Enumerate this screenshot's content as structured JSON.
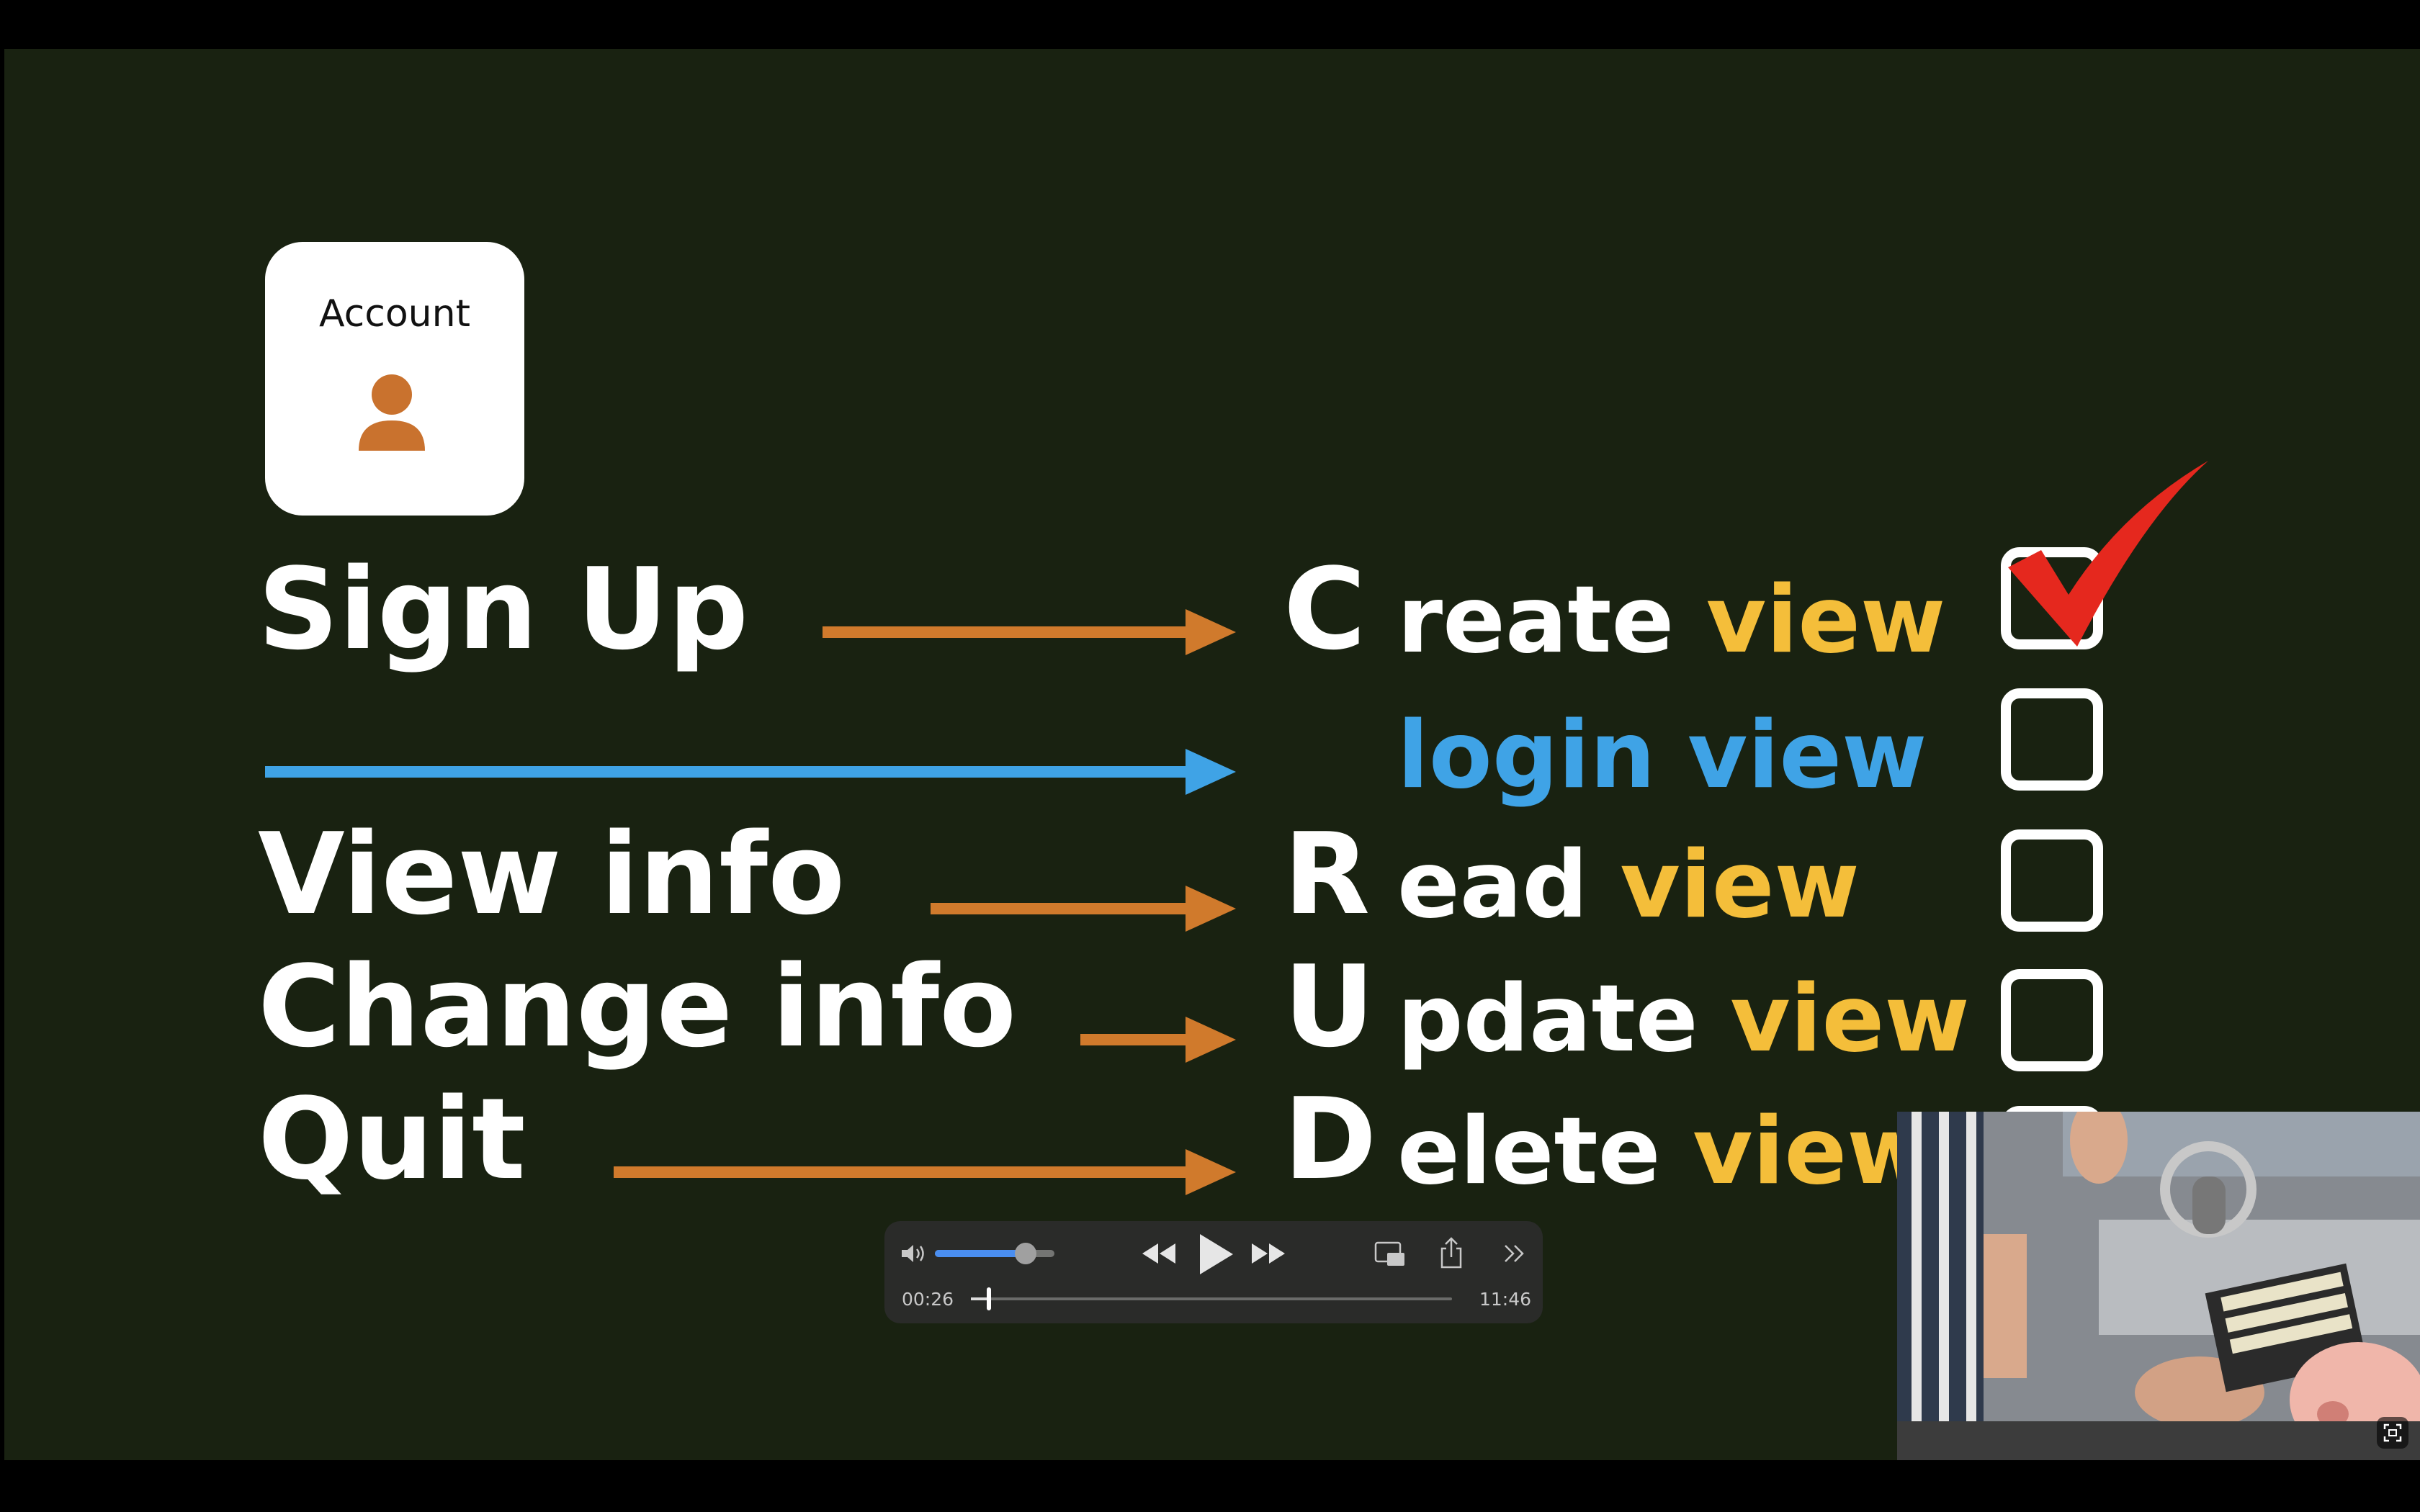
{
  "slide": {
    "account_card": {
      "title": "Account",
      "icon": "person-icon"
    },
    "rows": [
      {
        "left": "Sign Up",
        "letter": "C",
        "word": "reate",
        "view": "view",
        "checked": true
      },
      {
        "left": "",
        "login": "login view",
        "checked": false
      },
      {
        "left": "View info",
        "letter": "R",
        "word": "ead",
        "view": "view",
        "checked": false
      },
      {
        "left": "Change info",
        "letter": "U",
        "word": "pdate",
        "view": "view",
        "checked": false
      },
      {
        "left": "Quit",
        "letter": "D",
        "word": "elete",
        "view": "view",
        "checked": false
      }
    ],
    "colors": {
      "background": "#192211",
      "orange_arrow": "#d07a2c",
      "blue_arrow": "#3fa3e6",
      "view_yellow": "#f4be3a",
      "check_red": "#e5281e"
    }
  },
  "player": {
    "current_time": "00:26",
    "duration": "11:46",
    "progress": 0.037,
    "volume": 0.76,
    "icons": {
      "volume": "speaker-icon",
      "rewind": "rewind-icon",
      "play": "play-icon",
      "forward": "fast-forward-icon",
      "pip": "picture-in-picture-icon",
      "share": "share-icon",
      "more": "chevron-double-right-icon"
    }
  },
  "pip_window": {
    "icon": "expand-icon"
  }
}
